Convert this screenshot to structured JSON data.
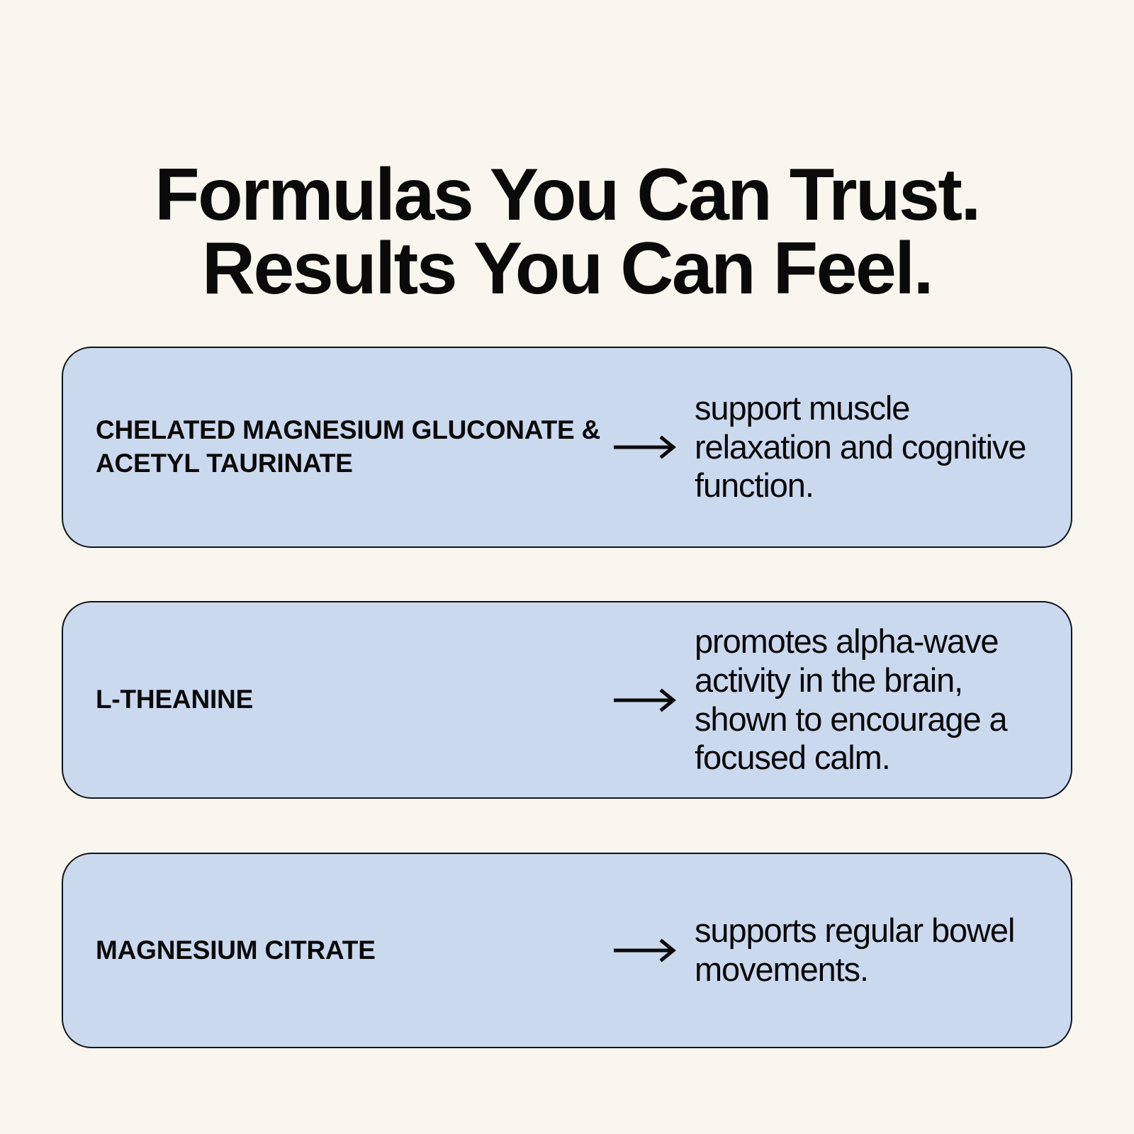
{
  "theme": {
    "background_color": "#f8f6ef",
    "card_color": "#cbd9ef",
    "card_border_color": "#11141c",
    "text_color": "#0a0a0a"
  },
  "headline": {
    "line_1": "Formulas You Can Trust.",
    "line_2": "Results You Can Feel."
  },
  "arrow": {
    "icon_name": "long-right-arrow-icon",
    "glyph": "⟶"
  },
  "cards": [
    {
      "ingredient": "CHELATED MAGNESIUM GLUCONATE & ACETYL TAURINATE",
      "benefit": "support muscle relaxation and cognitive function."
    },
    {
      "ingredient": "L-THEANINE",
      "benefit": "promotes alpha-wave activity in the brain, shown to encourage a focused calm."
    },
    {
      "ingredient": "MAGNESIUM CITRATE",
      "benefit": "supports regular bowel movements."
    }
  ]
}
